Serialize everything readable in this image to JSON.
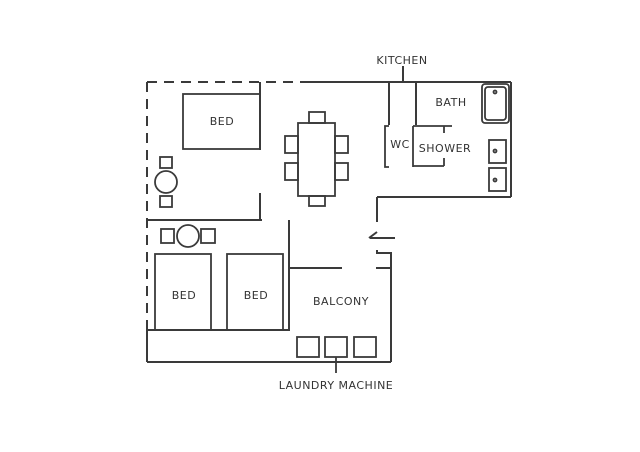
{
  "labels": {
    "kitchen": "KITCHEN",
    "bath": "BATH",
    "wc": "WC",
    "shower": "SHOWER",
    "bed_1": "BED",
    "bed_2": "BED",
    "bed_3": "BED",
    "balcony": "BALCONY",
    "laundry": "LAUNDRY MACHINE"
  },
  "colors": {
    "line": "#3a3a3a",
    "background": "#ffffff"
  }
}
